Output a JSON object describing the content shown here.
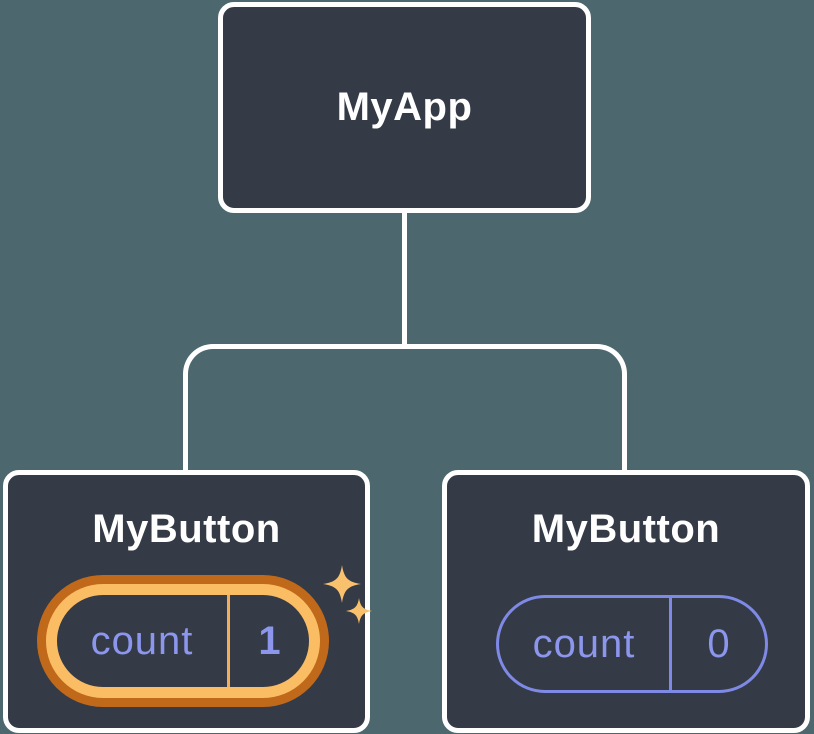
{
  "diagram": {
    "root": {
      "label": "MyApp"
    },
    "children": [
      {
        "label": "MyButton",
        "state": {
          "name": "count",
          "value": "1"
        },
        "highlighted": true
      },
      {
        "label": "MyButton",
        "state": {
          "name": "count",
          "value": "0"
        },
        "highlighted": false
      }
    ],
    "colors": {
      "background": "#4c676d",
      "node-fill": "#343a46",
      "node-border": "#ffffff",
      "node-text": "#ffffff",
      "state-purple": "#8b96ec",
      "pill-outline": "#7e8ae6",
      "glow-outer": "#c1691a",
      "glow-inner": "#fabd64",
      "divider-gold": "#f2ae58",
      "sparkle": "#f9c16d"
    }
  }
}
